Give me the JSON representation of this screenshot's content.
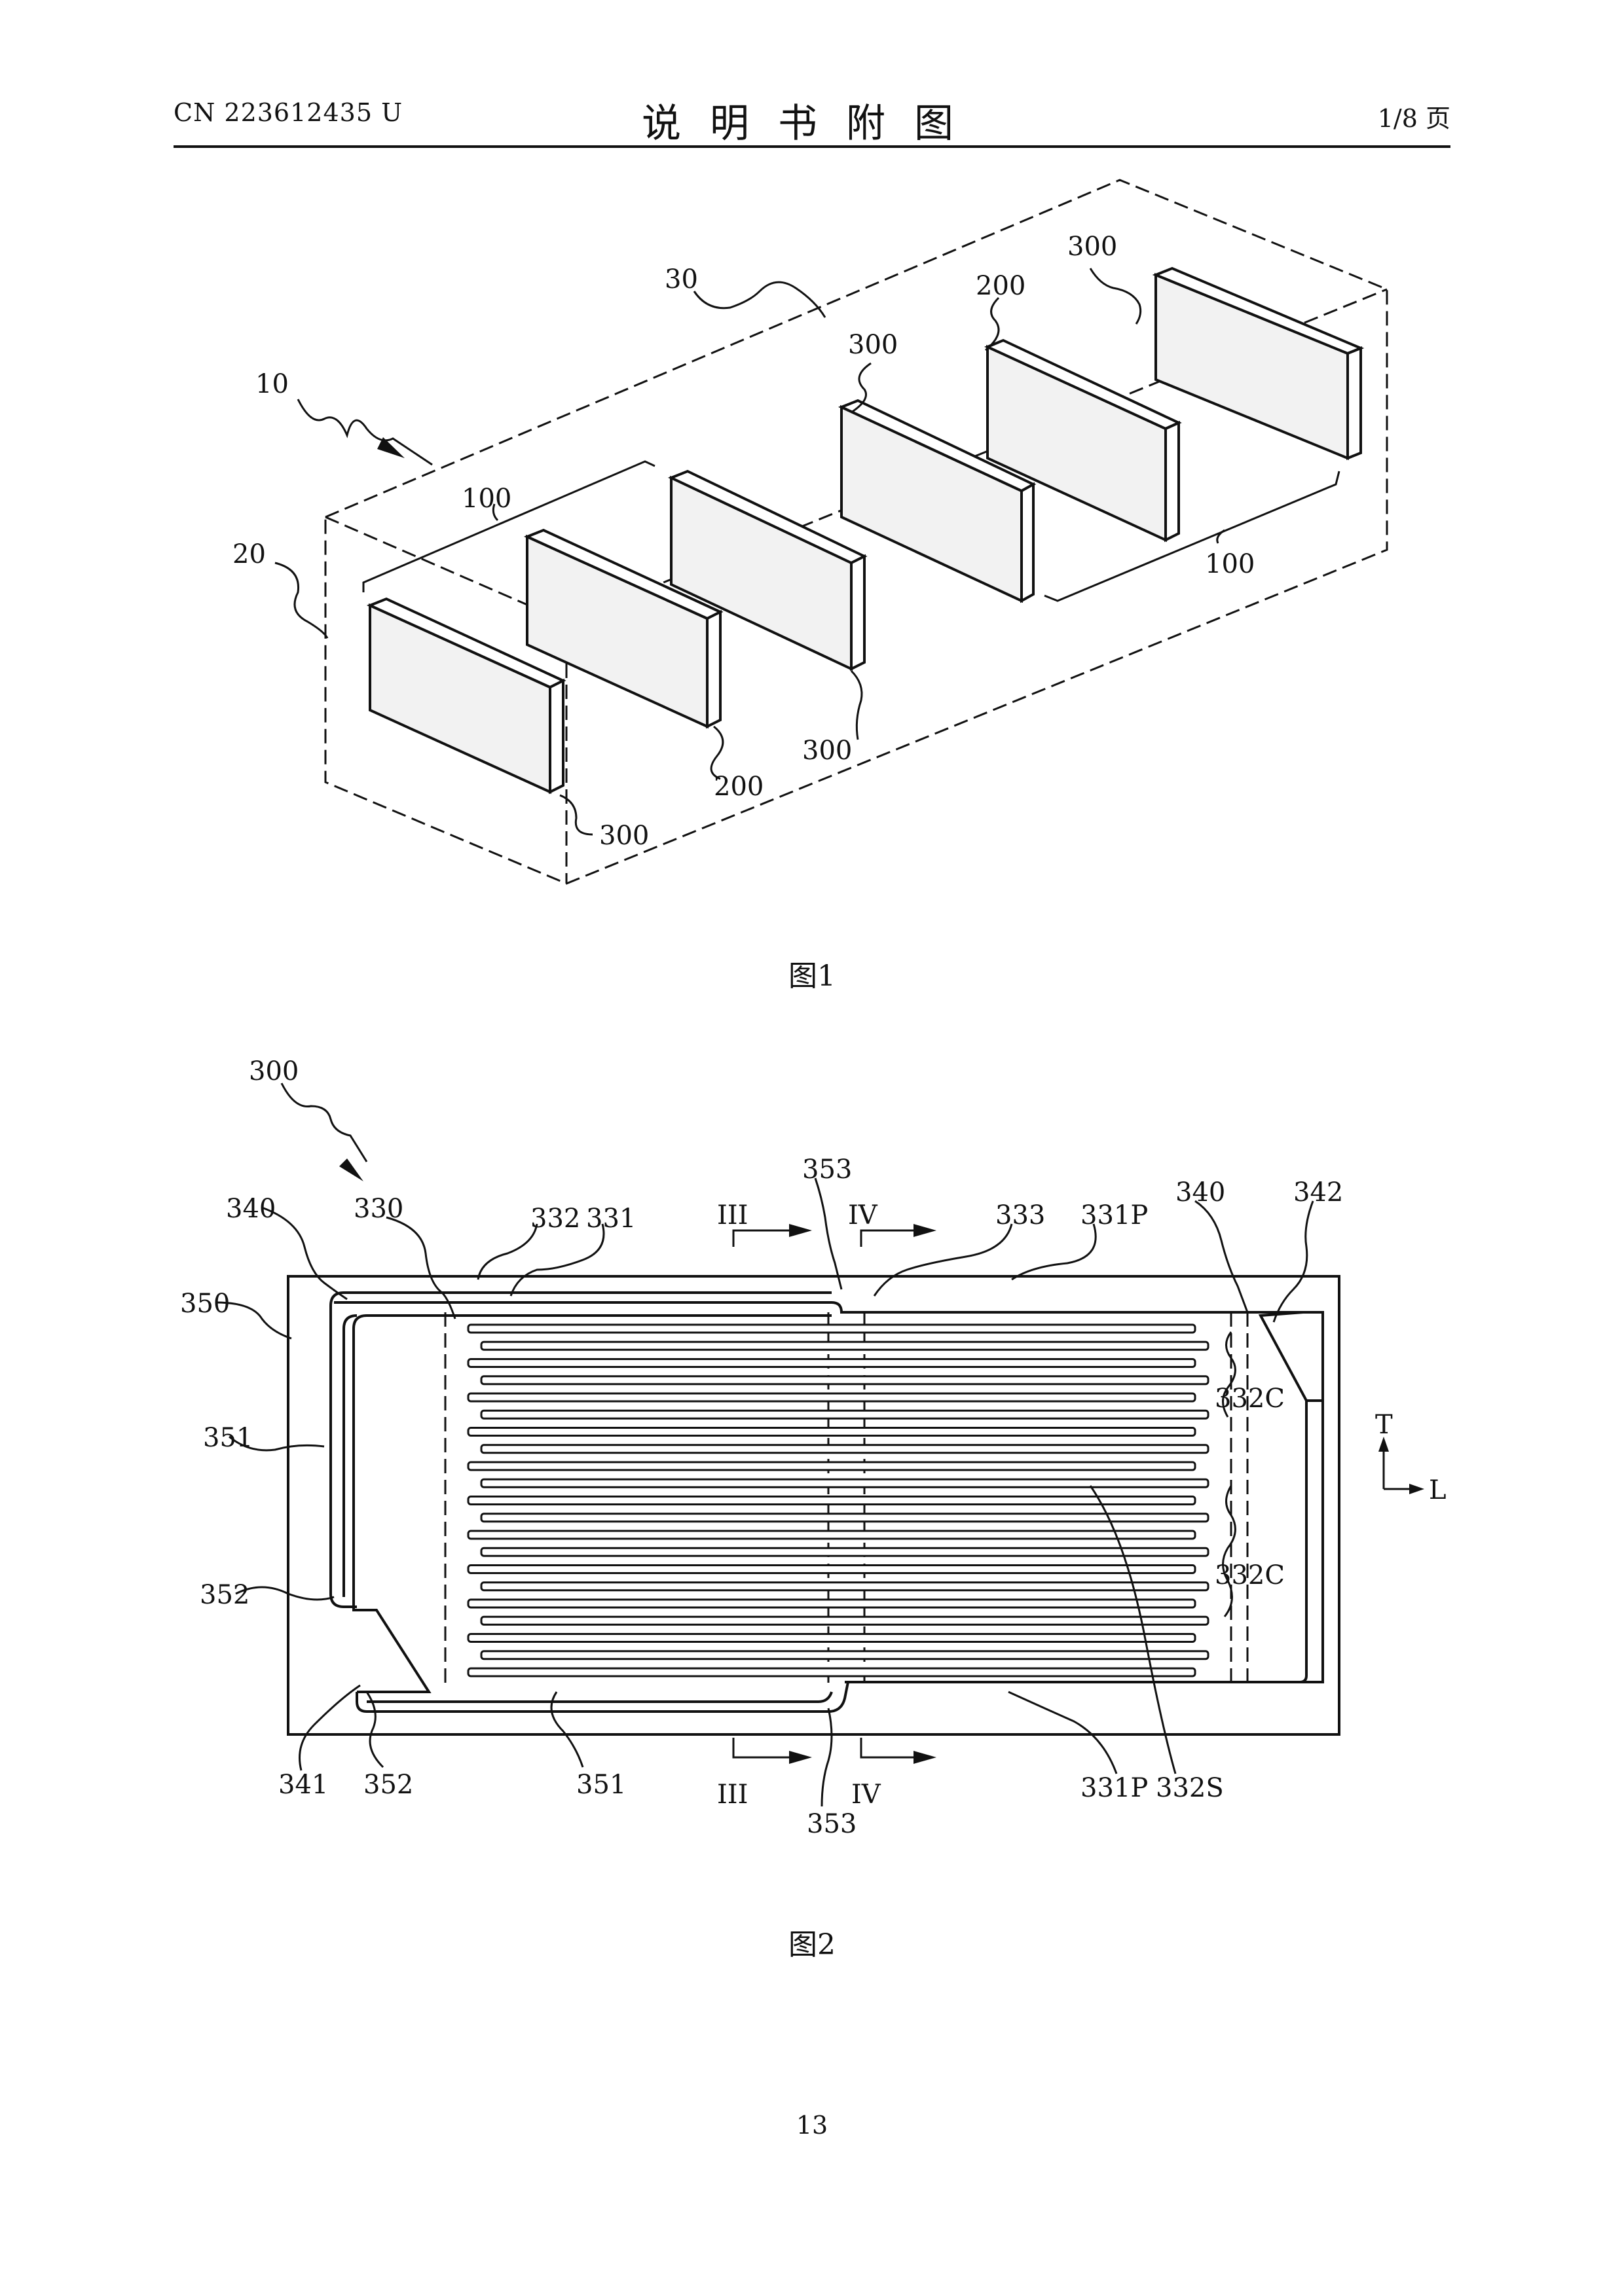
{
  "header": {
    "doc_id": "CN 223612435 U",
    "title": "说明书附图",
    "page_of": "1/8 页"
  },
  "figure1": {
    "caption": "图1",
    "labels": {
      "l10": "10",
      "l20": "20",
      "l30": "30",
      "l100a": "100",
      "l100b": "100",
      "l200a": "200",
      "l200b": "200",
      "l300a": "300",
      "l300b": "300",
      "l300c": "300",
      "l300d": "300"
    }
  },
  "figure2": {
    "caption": "图2",
    "labels": {
      "l300": "300",
      "l340a": "340",
      "l330": "330",
      "l332": "332",
      "l331": "331",
      "l353a": "353",
      "l333": "333",
      "l331Pa": "331P",
      "l340b": "340",
      "l342": "342",
      "l350": "350",
      "l351a": "351",
      "l352a": "352",
      "l341": "341",
      "l352b": "352",
      "l351b": "351",
      "l353b": "353",
      "l331Pb": "331P",
      "l332S": "332S",
      "l332Ca": "332C",
      "l332Cb": "332C",
      "III_top": "III",
      "IV_top": "IV",
      "III_bot": "III",
      "IV_bot": "IV",
      "axisT": "T",
      "axisL": "L"
    }
  },
  "page_number": "13"
}
